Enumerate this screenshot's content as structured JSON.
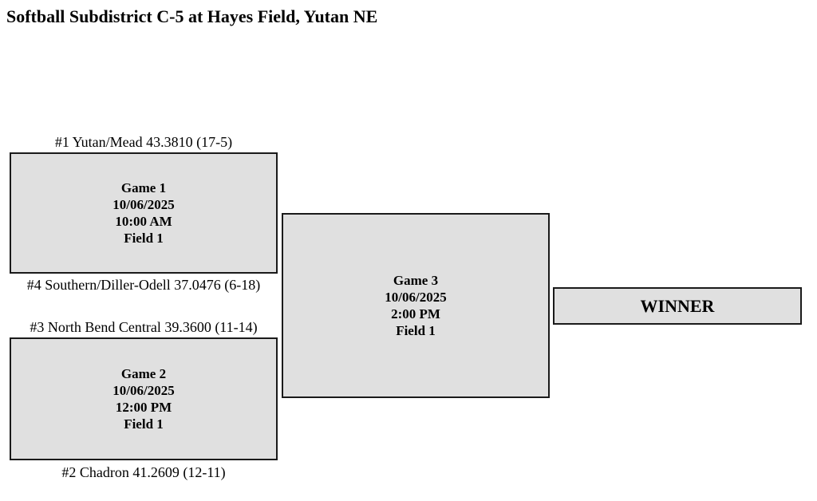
{
  "title": "Softball Subdistrict C-5 at Hayes Field, Yutan NE",
  "bracket": {
    "games": [
      {
        "name": "Game 1",
        "date": "10/06/2025",
        "time": "10:00 AM",
        "field": "Field 1",
        "top_seed": "#1 Yutan/Mead 43.3810 (17-5)",
        "bottom_seed": "#4 Southern/Diller-Odell 37.0476 (6-18)"
      },
      {
        "name": "Game 2",
        "date": "10/06/2025",
        "time": "12:00 PM",
        "field": "Field 1",
        "top_seed": "#3 North Bend Central 39.3600 (11-14)",
        "bottom_seed": "#2 Chadron 41.2609 (12-11)"
      },
      {
        "name": "Game 3",
        "date": "10/06/2025",
        "time": "2:00 PM",
        "field": "Field 1"
      }
    ],
    "winner_label": "WINNER"
  },
  "colors": {
    "box_fill": "#e0e0e0",
    "box_border": "#1a1a1a",
    "background": "#ffffff",
    "text": "#000000"
  }
}
